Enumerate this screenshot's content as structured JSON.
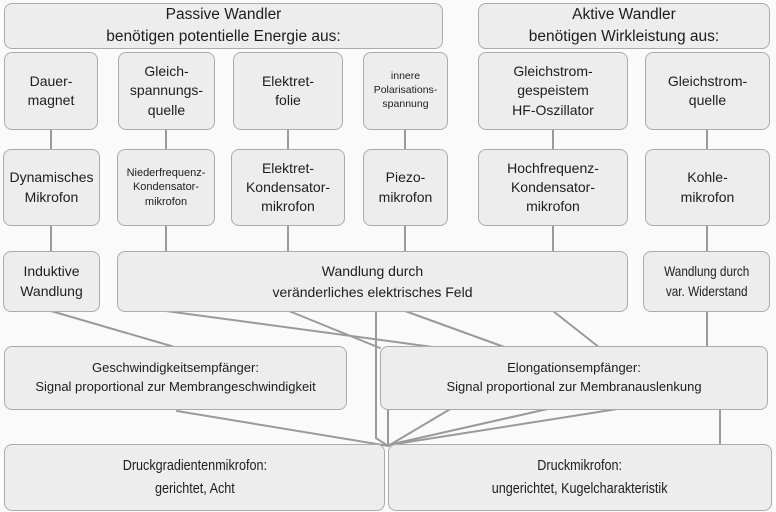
{
  "colors": {
    "background": "#fafafa",
    "box_fill": "#ededed",
    "box_border": "#ababab",
    "connector": "#9a9a9a",
    "text": "#1d1d1d"
  },
  "diagram": {
    "headers": {
      "passive": "Passive Wandler\nbenötigen potentielle Energie aus:",
      "aktive": "Aktive Wandler\nbenötigen Wirkleistung aus:"
    },
    "energy_sources": {
      "dauermagnet": "Dauer-\nmagnet",
      "spannungsquelle": "Gleich-\nspannungs-\nquelle",
      "elektretfolie": "Elektret-\nfolie",
      "polarisationsspannung": "innere\nPolarisations-\nspannung",
      "hf_oszillator": "Gleichstrom-\ngespeistem\nHF-Oszillator",
      "gleichstromquelle": "Gleichstrom-\nquelle"
    },
    "mikrofone": {
      "dynamisch": "Dynamisches\nMikrofon",
      "nf_kondensator": "Niederfrequenz-\nKondensator-\nmikrofon",
      "elektret_kondensator": "Elektret-\nKondensator-\nmikrofon",
      "piezo": "Piezo-\nmikrofon",
      "hf_kondensator": "Hochfrequenz-\nKondensator-\nmikrofon",
      "kohle": "Kohle-\nmikrofon"
    },
    "wandlung": {
      "induktiv": "Induktive\nWandlung",
      "elektrisches_feld": "Wandlung durch\nveränderliches elektrisches Feld",
      "widerstand": "Wandlung durch\nvar. Widerstand"
    },
    "empfaenger": {
      "geschwindigkeit": "Geschwindigkeitsempfänger:\nSignal proportional zur Membrangeschwindigkeit",
      "elongation": "Elongationsempfänger:\nSignal proportional zur Membranauslenkung"
    },
    "mikrofontypen": {
      "druckgradient": "Druckgradientenmikrofon:\ngerichtet, Acht",
      "druck": "Druckmikrofon:\nungerichtet, Kugelcharakteristik"
    }
  }
}
